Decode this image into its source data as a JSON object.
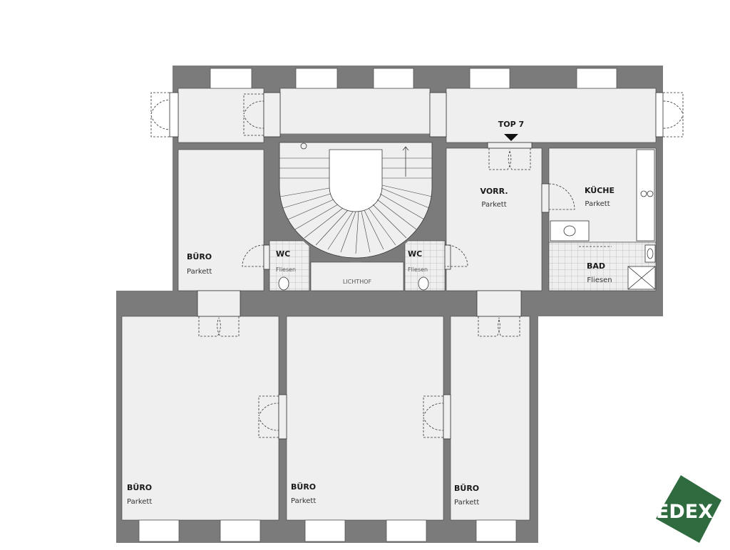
{
  "rooms": {
    "buero_top_left": {
      "name": "BÜRO",
      "floor": "Parkett"
    },
    "wc_left": {
      "name": "WC",
      "floor": "Fliesen"
    },
    "wc_right": {
      "name": "WC",
      "floor": "Fliesen"
    },
    "lichthof": {
      "name": "LICHTHOF"
    },
    "vorraum": {
      "name": "VORR.",
      "floor": "Parkett"
    },
    "kueche": {
      "name": "KÜCHE",
      "floor": "Parkett"
    },
    "bad": {
      "name": "BAD",
      "floor": "Fliesen"
    },
    "buero_bottom_left": {
      "name": "BÜRO",
      "floor": "Parkett"
    },
    "buero_bottom_middle": {
      "name": "BÜRO",
      "floor": "Parkett"
    },
    "buero_bottom_right": {
      "name": "BÜRO",
      "floor": "Parkett"
    }
  },
  "entrance": {
    "label": "TOP 7"
  },
  "logo": {
    "text": "EDEX",
    "color": "#2f6b3f"
  },
  "colors": {
    "wall": "#7b7b7c",
    "room_fill": "#efeff0",
    "line": "#3a3a3a"
  }
}
